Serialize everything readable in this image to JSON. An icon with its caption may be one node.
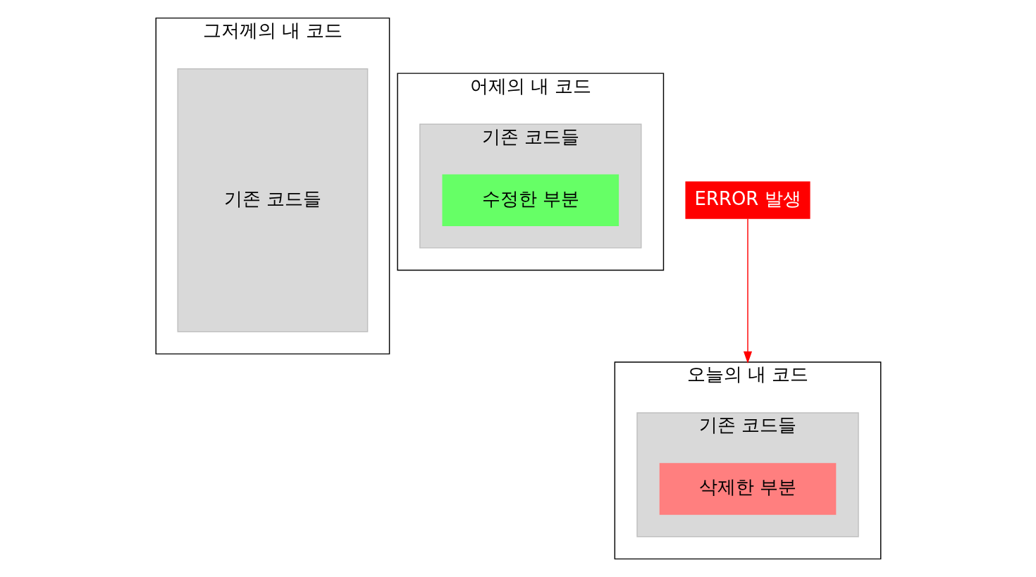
{
  "diagram": {
    "nodes": [
      {
        "text": [
          "그저께의 내 코드"
        ]
      },
      {
        "text": [
          "기존 코드들"
        ],
        "in": 0
      },
      {
        "text": [
          "어제의 내 코드"
        ]
      },
      {
        "text": [
          "기존 코드들"
        ],
        "in": 2
      },
      {
        "text": [
          "수정한 부분"
        ],
        "in": 3
      },
      {
        "text": [
          "오늘의 내 코드"
        ]
      },
      {
        "text": [
          "기존 코드들"
        ],
        "in": 5
      },
      {
        "text": [
          "삭제한 부분"
        ],
        "in": 6
      },
      {
        "text": [
          "ERROR 발생"
        ]
      }
    ],
    "edges": [
      {
        "from": 8,
        "to": 5,
        "arrow": "to",
        "color": "#ff0000"
      }
    ]
  }
}
